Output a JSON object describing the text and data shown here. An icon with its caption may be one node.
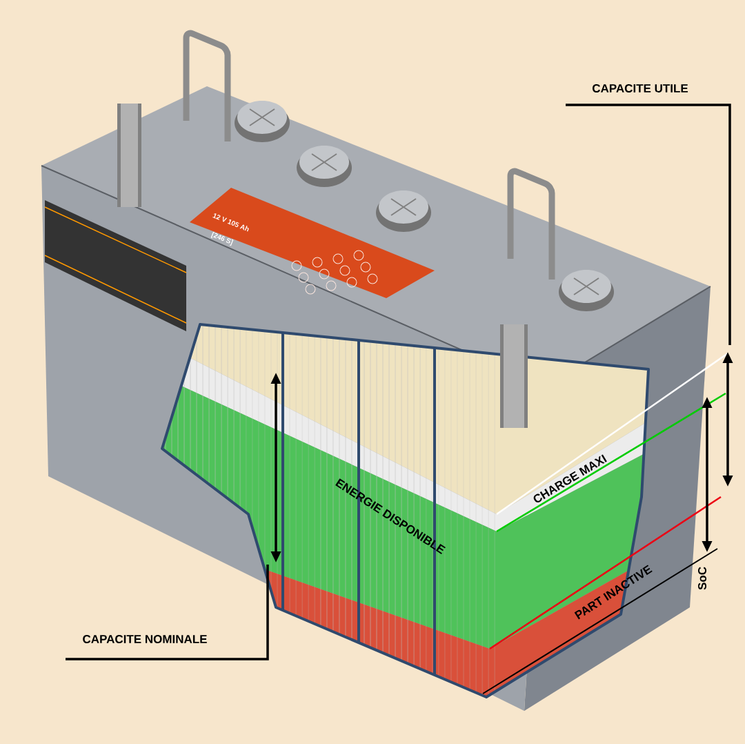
{
  "diagram": {
    "labels": [
      "CAPACITE UTILE",
      "12 V 105 Ah",
      "[246 S]",
      "CHARGE MAXI",
      "ENERGIE DISPONIBLE",
      "SoC",
      "PART INACTIVE",
      "CAPACITE NOMINALE"
    ]
  }
}
